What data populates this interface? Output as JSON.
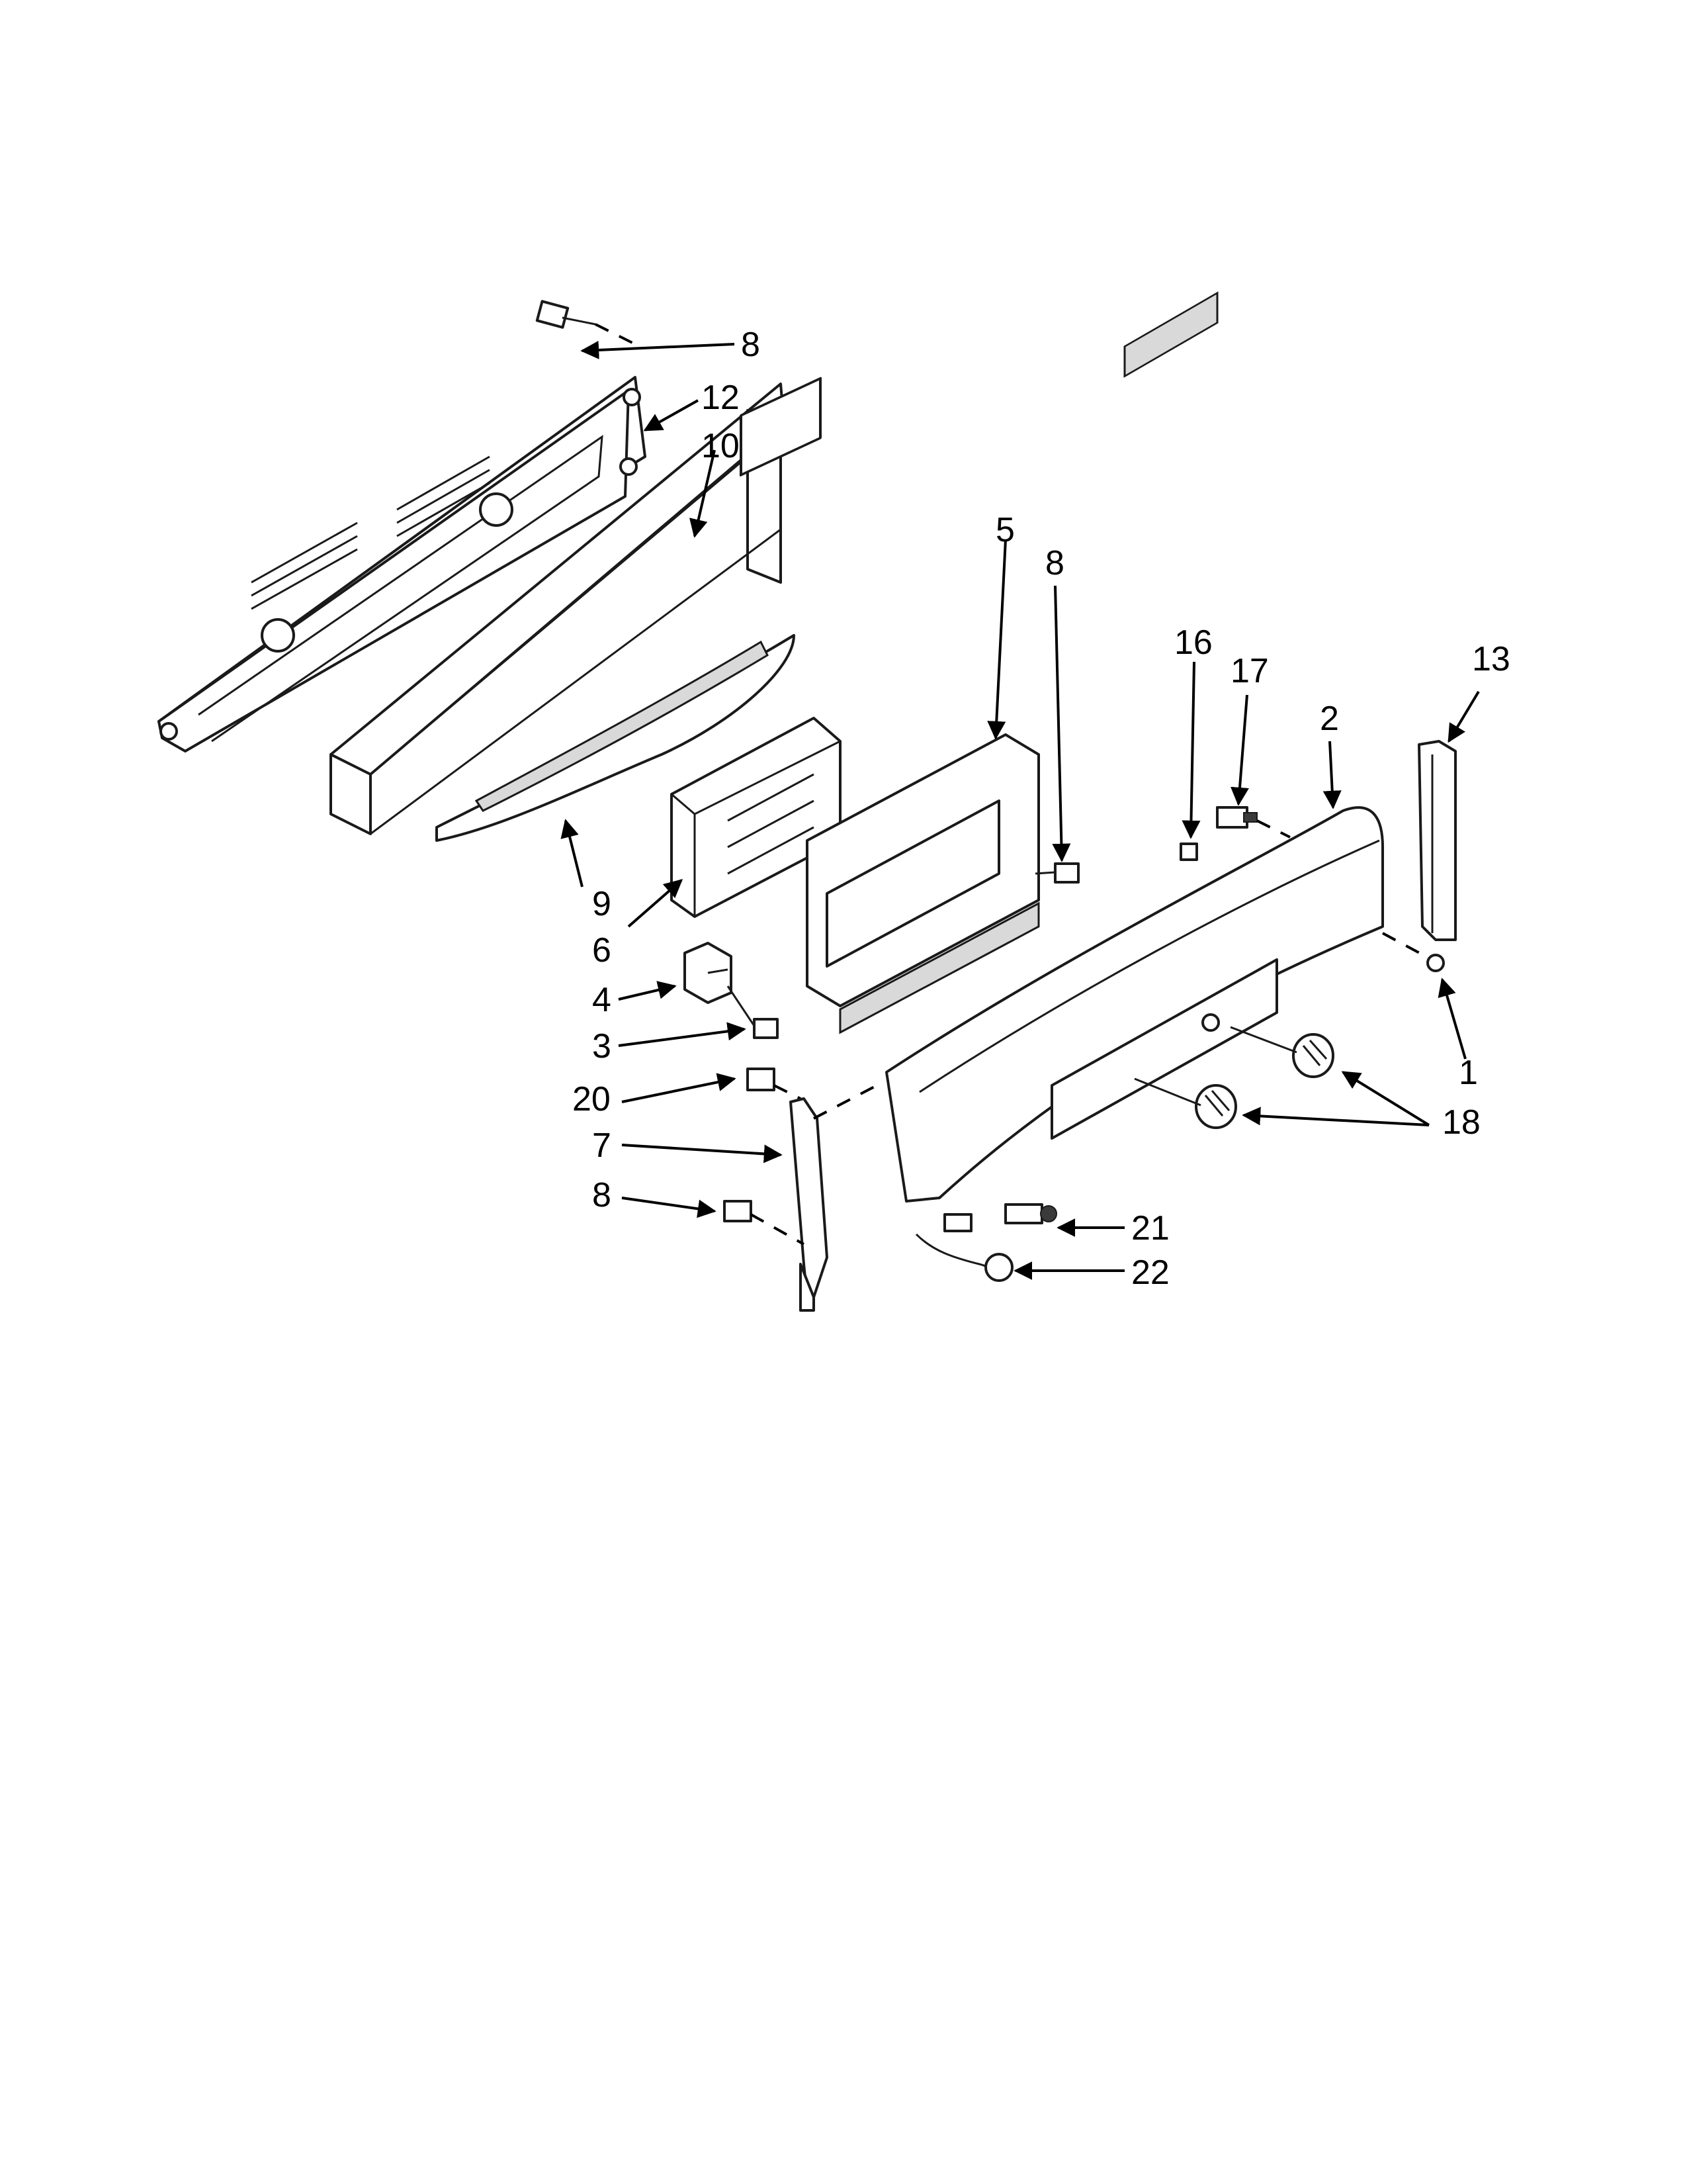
{
  "callouts": [
    {
      "id": "c8a",
      "text": "8"
    },
    {
      "id": "c12",
      "text": "12"
    },
    {
      "id": "c10",
      "text": "10"
    },
    {
      "id": "c5",
      "text": "5"
    },
    {
      "id": "c8b",
      "text": "8"
    },
    {
      "id": "c16",
      "text": "16"
    },
    {
      "id": "c17",
      "text": "17"
    },
    {
      "id": "c13",
      "text": "13"
    },
    {
      "id": "c2",
      "text": "2"
    },
    {
      "id": "c9",
      "text": "9"
    },
    {
      "id": "c6",
      "text": "6"
    },
    {
      "id": "c4",
      "text": "4"
    },
    {
      "id": "c3",
      "text": "3"
    },
    {
      "id": "c1",
      "text": "1"
    },
    {
      "id": "c20",
      "text": "20"
    },
    {
      "id": "c18",
      "text": "18"
    },
    {
      "id": "c7",
      "text": "7"
    },
    {
      "id": "c8c",
      "text": "8"
    },
    {
      "id": "c21",
      "text": "21"
    },
    {
      "id": "c22",
      "text": "22"
    }
  ]
}
